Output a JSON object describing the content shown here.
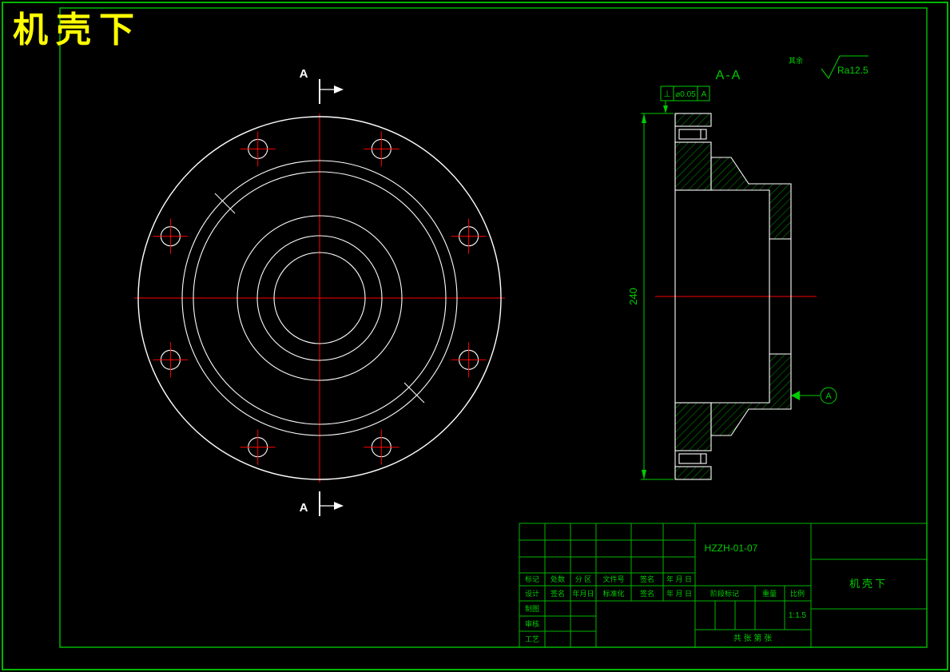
{
  "page": {
    "title": "机壳下"
  },
  "colors": {
    "background": "#000000",
    "frame_green": "#00b600",
    "drawing_white": "#ffffff",
    "centerline_red": "#ff0000",
    "annotation_green": "#00cc00",
    "title_yellow": "#ffff00"
  },
  "drawing": {
    "main_title": "机壳下",
    "section_view_label": "A-A",
    "section_cut_label": "A",
    "dimension_height": "240",
    "tolerance_frame": {
      "symbol": "⊥",
      "value": "⌀0.05",
      "datum": "A"
    },
    "datum_label": "A",
    "surface_roughness": "Ra12.5",
    "roughness_note": "其余"
  },
  "title_block": {
    "drawing_number": "HZZH-01-07",
    "part_name": "机壳下",
    "scale_value": "1:1.5",
    "revision_header": [
      "标记",
      "处数",
      "分 区",
      "文件号",
      "签名",
      "年 月 日"
    ],
    "design_row": [
      "设计",
      "签名",
      "年月日",
      "标准化",
      "签名",
      "年 月 日"
    ],
    "left_labels": [
      "制图",
      "审核",
      "工艺"
    ],
    "stage_header": [
      "阶段标记",
      "重量",
      "比例"
    ],
    "sheet_note": "共  张  第  张"
  }
}
